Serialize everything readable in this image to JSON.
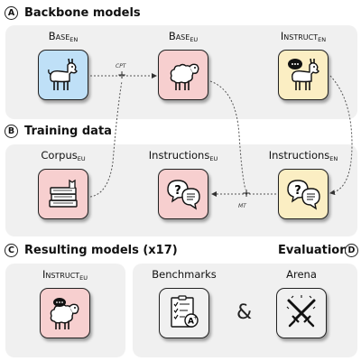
{
  "sections": {
    "a": {
      "letter": "A",
      "title": "Backbone models"
    },
    "b": {
      "letter": "B",
      "title": "Training data"
    },
    "c": {
      "letter": "C",
      "title": "Resulting models (x17)"
    },
    "d": {
      "letter": "D",
      "title": "Evaluation"
    }
  },
  "models": {
    "base_en": {
      "name": "Base",
      "sub": "EN"
    },
    "base_eu": {
      "name": "Base",
      "sub": "EU"
    },
    "instruct_en": {
      "name": "Instruct",
      "sub": "EN"
    },
    "instruct_eu": {
      "name": "Instruct",
      "sub": "EU"
    }
  },
  "data": {
    "corpus_eu": {
      "name": "Corpus",
      "sub": "EU"
    },
    "instructions_eu": {
      "name": "Instructions",
      "sub": "EU"
    },
    "instructions_en": {
      "name": "Instructions",
      "sub": "EN"
    }
  },
  "evaluation": {
    "benchmarks": "Benchmarks",
    "arena": "Arena",
    "amp": "&"
  },
  "annotations": {
    "cpt": "CPT",
    "mt": "MT",
    "plus": "+"
  },
  "colors": {
    "blue": "#bfe0f7",
    "pink": "#f7cfcf",
    "yellow": "#fbeec3",
    "panel": "#f0f0f0"
  }
}
